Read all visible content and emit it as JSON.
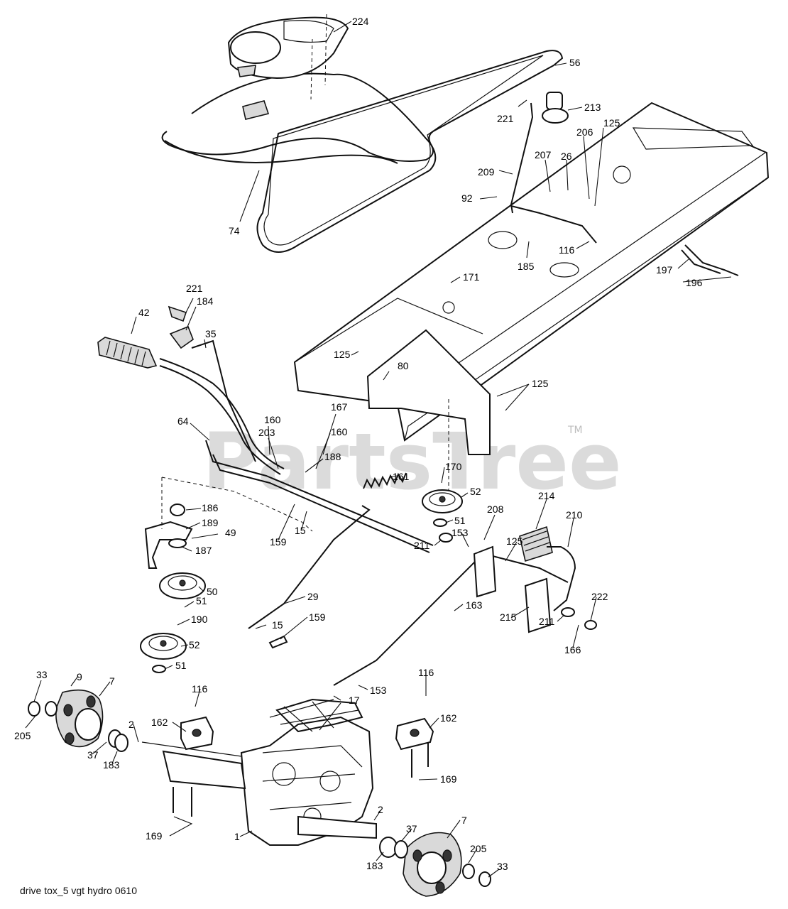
{
  "diagram": {
    "watermark": "PartsTree",
    "watermark_tm": "TM",
    "caption": "drive tox_5 vgt hydro 0610",
    "callouts": [
      {
        "id": "c224",
        "label": "224"
      },
      {
        "id": "c56",
        "label": "56"
      },
      {
        "id": "c221a",
        "label": "221"
      },
      {
        "id": "c213",
        "label": "213"
      },
      {
        "id": "c125a",
        "label": "125"
      },
      {
        "id": "c206",
        "label": "206"
      },
      {
        "id": "c207",
        "label": "207"
      },
      {
        "id": "c26",
        "label": "26"
      },
      {
        "id": "c209",
        "label": "209"
      },
      {
        "id": "c92",
        "label": "92"
      },
      {
        "id": "c74",
        "label": "74"
      },
      {
        "id": "c116a",
        "label": "116"
      },
      {
        "id": "c185",
        "label": "185"
      },
      {
        "id": "c197",
        "label": "197"
      },
      {
        "id": "c196",
        "label": "196"
      },
      {
        "id": "c171",
        "label": "171"
      },
      {
        "id": "c221b",
        "label": "221"
      },
      {
        "id": "c184",
        "label": "184"
      },
      {
        "id": "c42",
        "label": "42"
      },
      {
        "id": "c35",
        "label": "35"
      },
      {
        "id": "c125b",
        "label": "125"
      },
      {
        "id": "c80",
        "label": "80"
      },
      {
        "id": "c125c",
        "label": "125"
      },
      {
        "id": "c64",
        "label": "64"
      },
      {
        "id": "c160a",
        "label": "160"
      },
      {
        "id": "c167",
        "label": "167"
      },
      {
        "id": "c203",
        "label": "203"
      },
      {
        "id": "c160b",
        "label": "160"
      },
      {
        "id": "c188",
        "label": "188"
      },
      {
        "id": "c161",
        "label": "161"
      },
      {
        "id": "c170",
        "label": "170"
      },
      {
        "id": "c52a",
        "label": "52"
      },
      {
        "id": "c186",
        "label": "186"
      },
      {
        "id": "c189",
        "label": "189"
      },
      {
        "id": "c49",
        "label": "49"
      },
      {
        "id": "c159a",
        "label": "159"
      },
      {
        "id": "c15a",
        "label": "15"
      },
      {
        "id": "c51a",
        "label": "51"
      },
      {
        "id": "c208",
        "label": "208"
      },
      {
        "id": "c214",
        "label": "214"
      },
      {
        "id": "c210",
        "label": "210"
      },
      {
        "id": "c125d",
        "label": "125"
      },
      {
        "id": "c153a",
        "label": "153"
      },
      {
        "id": "c187",
        "label": "187"
      },
      {
        "id": "c211a",
        "label": "211"
      },
      {
        "id": "c50",
        "label": "50"
      },
      {
        "id": "c29",
        "label": "29"
      },
      {
        "id": "c163",
        "label": "163"
      },
      {
        "id": "c222",
        "label": "222"
      },
      {
        "id": "c51b",
        "label": "51"
      },
      {
        "id": "c190",
        "label": "190"
      },
      {
        "id": "c15b",
        "label": "15"
      },
      {
        "id": "c159b",
        "label": "159"
      },
      {
        "id": "c215",
        "label": "215"
      },
      {
        "id": "c211b",
        "label": "211"
      },
      {
        "id": "c166",
        "label": "166"
      },
      {
        "id": "c52b",
        "label": "52"
      },
      {
        "id": "c51c",
        "label": "51"
      },
      {
        "id": "c33a",
        "label": "33"
      },
      {
        "id": "c9",
        "label": "9"
      },
      {
        "id": "c7a",
        "label": "7"
      },
      {
        "id": "c116b",
        "label": "116"
      },
      {
        "id": "c116c",
        "label": "116"
      },
      {
        "id": "c153b",
        "label": "153"
      },
      {
        "id": "c17",
        "label": "17"
      },
      {
        "id": "c2a",
        "label": "2"
      },
      {
        "id": "c162a",
        "label": "162"
      },
      {
        "id": "c162b",
        "label": "162"
      },
      {
        "id": "c205a",
        "label": "205"
      },
      {
        "id": "c37a",
        "label": "37"
      },
      {
        "id": "c183a",
        "label": "183"
      },
      {
        "id": "c169a",
        "label": "169"
      },
      {
        "id": "c169b",
        "label": "169"
      },
      {
        "id": "c2b",
        "label": "2"
      },
      {
        "id": "c1",
        "label": "1"
      },
      {
        "id": "c7b",
        "label": "7"
      },
      {
        "id": "c37b",
        "label": "37"
      },
      {
        "id": "c183b",
        "label": "183"
      },
      {
        "id": "c205b",
        "label": "205"
      },
      {
        "id": "c33b",
        "label": "33"
      }
    ]
  }
}
